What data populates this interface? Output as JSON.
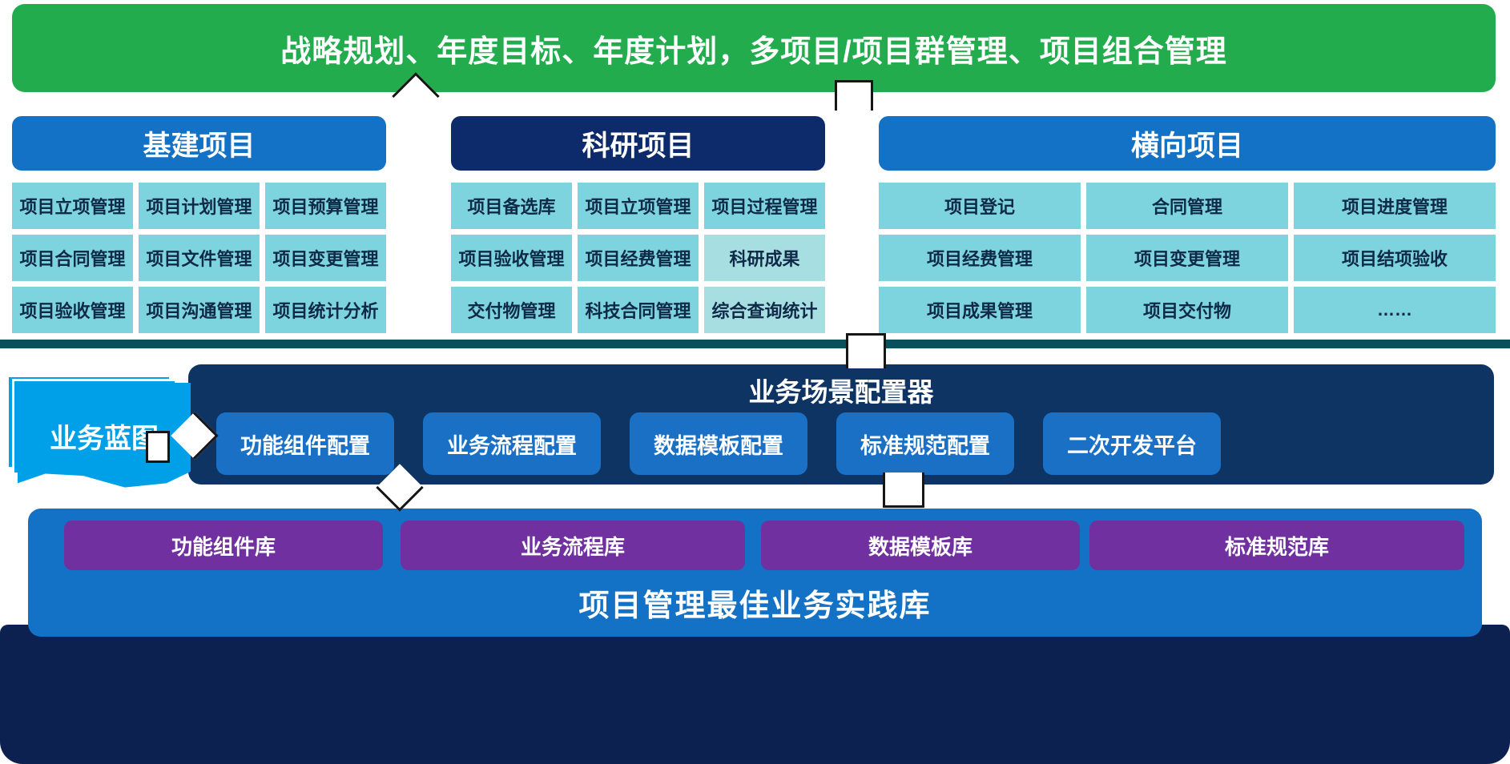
{
  "colors": {
    "green": "#22AC4E",
    "header-blue": "#1371C6",
    "header-navy": "#0D2B6B",
    "cell-cyan": "#7DD3DE",
    "cell-cyan-light": "#A6DEE2",
    "cell-text": "#0E2A47",
    "divider-teal": "#0A505C",
    "config-navy": "#0D3463",
    "config-button-blue": "#1A70C5",
    "blueprint-blue": "#00A0E9",
    "practice-blue": "#1371C6",
    "library-purple": "#7030A0",
    "frame-navy": "#0D2150"
  },
  "top_banner": {
    "label": "战略规划、年度目标、年度计划，多项目/项目群管理、项目组合管理"
  },
  "groups": [
    {
      "title": "基建项目",
      "cells": [
        "项目立项管理",
        "项目计划管理",
        "项目预算管理",
        "项目合同管理",
        "项目文件管理",
        "项目变更管理",
        "项目验收管理",
        "项目沟通管理",
        "项目统计分析"
      ]
    },
    {
      "title": "科研项目",
      "cells": [
        "项目备选库",
        "项目立项管理",
        "项目过程管理",
        "项目验收管理",
        "项目经费管理",
        "科研成果",
        "交付物管理",
        "科技合同管理",
        "综合查询统计"
      ]
    },
    {
      "title": "横向项目",
      "cells": [
        "项目登记",
        "合同管理",
        "项目进度管理",
        "项目经费管理",
        "项目变更管理",
        "项目结项验收",
        "项目成果管理",
        "项目交付物",
        "……"
      ]
    }
  ],
  "blueprint": {
    "label": "业务蓝图"
  },
  "configurator": {
    "title": "业务场景配置器",
    "buttons": [
      "功能组件配置",
      "业务流程配置",
      "数据模板配置",
      "标准规范配置",
      "二次开发平台"
    ]
  },
  "practice_library": {
    "title": "项目管理最佳业务实践库",
    "buttons": [
      "功能组件库",
      "业务流程库",
      "数据模板库",
      "标准规范库"
    ]
  }
}
